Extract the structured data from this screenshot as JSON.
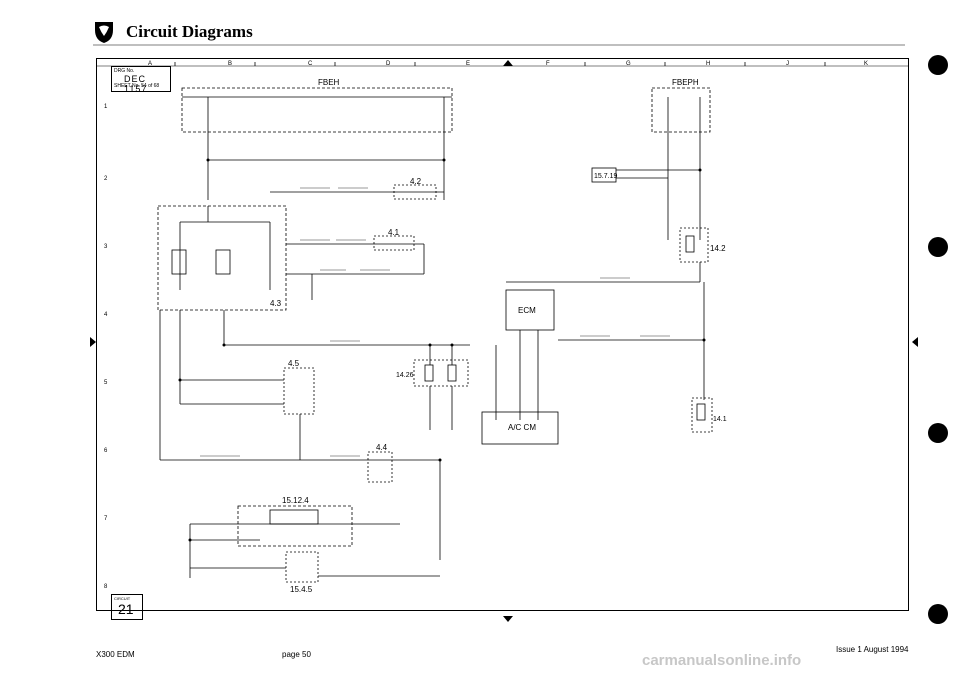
{
  "header": {
    "title": "Circuit Diagrams"
  },
  "grid": {
    "columns": [
      "A",
      "B",
      "C",
      "D",
      "E",
      "F",
      "G",
      "H",
      "J",
      "K"
    ],
    "rows": [
      "1",
      "2",
      "3",
      "4",
      "5",
      "6",
      "7",
      "8"
    ]
  },
  "title_block": {
    "line1": "DRG No.",
    "date": "DEC 1157",
    "sheet": "SHEET No. 54 of 68"
  },
  "figure_tag": {
    "top": "CIRCUIT",
    "number": "21"
  },
  "diagram": {
    "fbeh_left": "FBEH",
    "fbeh_right": "FBEPH",
    "components": {
      "c42": "4.2",
      "c41": "4.1",
      "c43": "4.3",
      "c45": "4.5",
      "c44": "4.4",
      "c1426": "14.26",
      "c15719": "15.7.19",
      "ecm": "ECM",
      "acm": "A/C CM",
      "c142": "14.2",
      "c141": "14.1",
      "c15124": "15.12.4",
      "c1545": "15.4.5"
    }
  },
  "footer": {
    "left": "X300 EDM",
    "center": "page 50",
    "right": "Issue 1 August 1994"
  },
  "watermark": "carmanualsonline.info"
}
